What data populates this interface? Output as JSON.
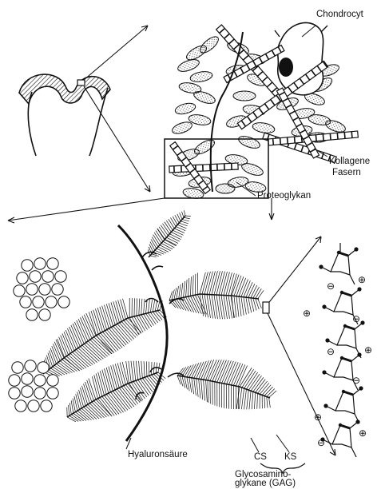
{
  "labels": {
    "chondrocyte": "Chondrocyt",
    "collagen_1": "Kollagene",
    "collagen_2": "Fasern",
    "proteoglycan": "Proteoglykan",
    "hyaluronic": "Hyaluronsäure",
    "cs": "CS",
    "ks": "KS",
    "gag_1": "Glycosamino-",
    "gag_2": "glykane (GAG)"
  },
  "charges": {
    "negative": "⊖",
    "positive": "⊕"
  },
  "colors": {
    "ink": "#111111",
    "background": "#ffffff"
  }
}
